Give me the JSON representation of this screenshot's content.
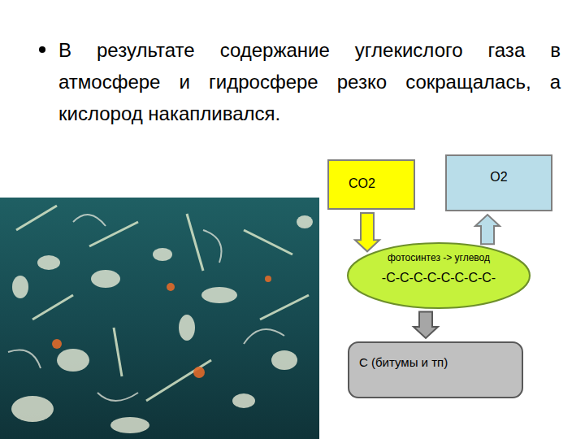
{
  "diagram": {
    "nodes": [
      {
        "text": [
          "CO2"
        ]
      },
      {
        "text": [
          "O2"
        ]
      },
      {
        "text": [
          "фотосинтез -> углевод",
          "-C-C-C-C-C-C-C-C-"
        ]
      },
      {
        "text": [
          "С (битумы и тп)"
        ]
      }
    ],
    "edges": [
      {
        "from": 0,
        "to": 2,
        "arrow": "to"
      },
      {
        "from": 2,
        "to": 1,
        "arrow": "to"
      },
      {
        "from": 2,
        "to": 3,
        "arrow": "to"
      }
    ],
    "labels": [
      "В результате содержание углекислого газа в атмосфере и гидросфере резко сокращалась, а кислород накапливался."
    ]
  }
}
